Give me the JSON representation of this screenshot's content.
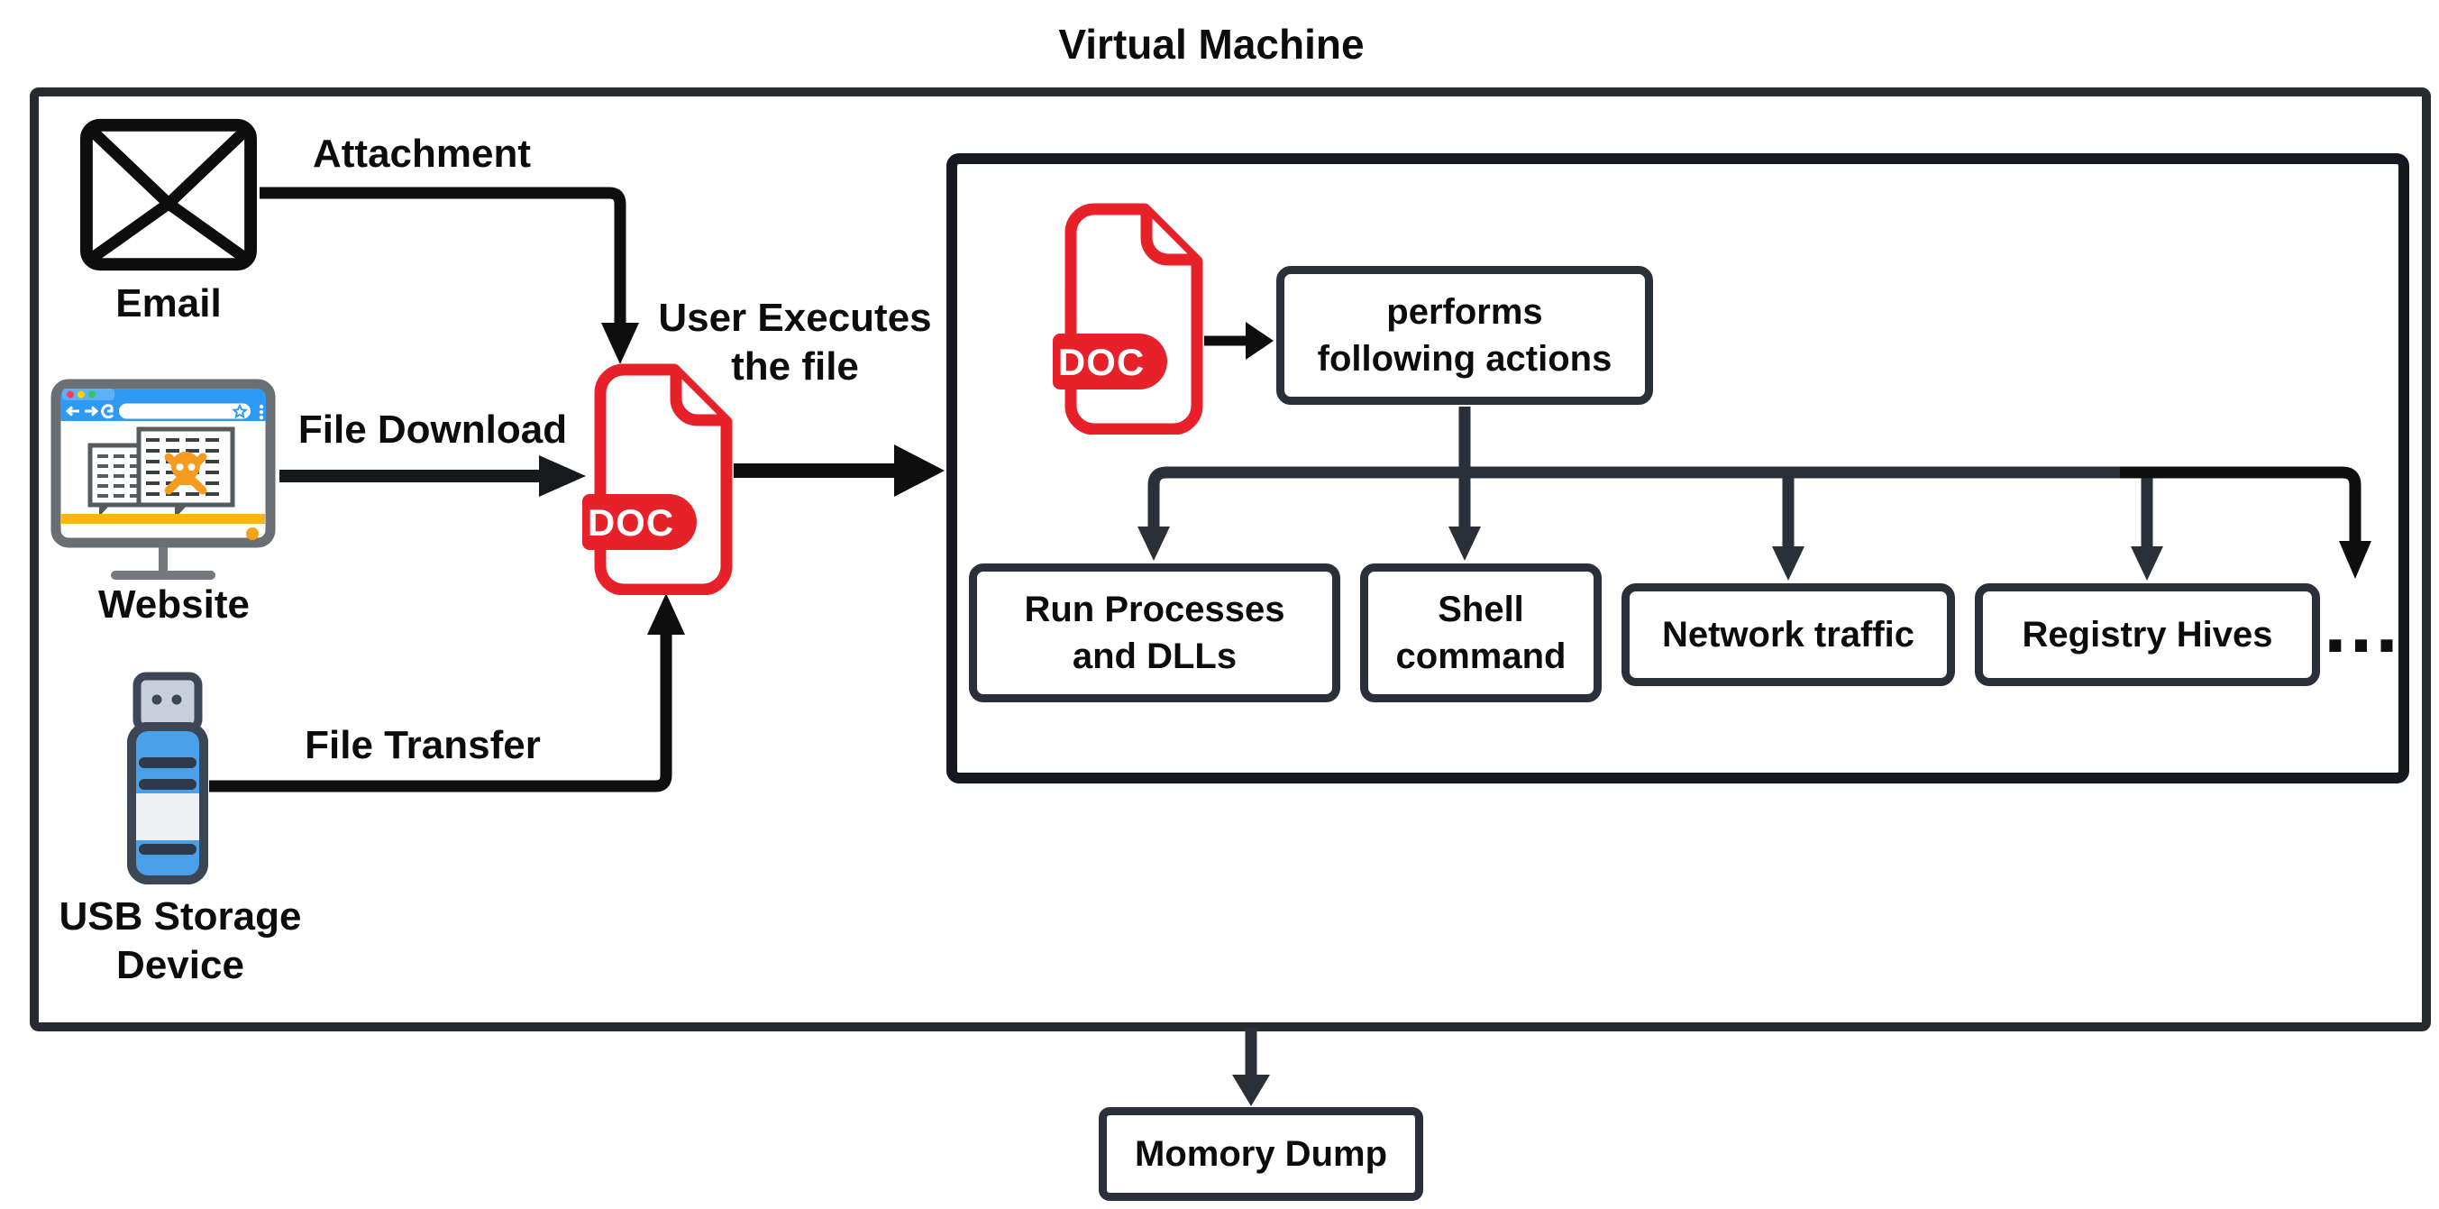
{
  "title": "Virtual Machine",
  "doc_badge": "DOC",
  "sources": [
    {
      "label": "Email",
      "edge_label": "Attachment"
    },
    {
      "label": "Website",
      "edge_label": "File Download"
    },
    {
      "label_lines": [
        "USB Storage",
        "Device"
      ],
      "edge_label": "File Transfer"
    }
  ],
  "center": {
    "execute_lines": [
      "User Executes",
      "the file"
    ]
  },
  "sandbox": {
    "performs_lines": [
      "performs",
      "following actions"
    ],
    "actions": [
      {
        "lines": [
          "Run Processes",
          "and DLLs"
        ]
      },
      {
        "lines": [
          "Shell",
          "command"
        ]
      },
      {
        "lines": [
          "Network traffic"
        ]
      },
      {
        "lines": [
          "Registry Hives"
        ]
      }
    ],
    "ellipsis": "..."
  },
  "output": {
    "label": "Momory Dump"
  },
  "colors": {
    "doc_red": "#e62129",
    "line_black": "#0e0e0e",
    "box_charcoal": "#2a303a",
    "outer_border": "#262b31",
    "inner_border": "#15191f",
    "browser_blue": "#2f9af3",
    "skull_orange": "#f49b20",
    "amber_bar": "#fdb414",
    "usb_blue": "#49a0e9",
    "usb_dark": "#3d4654"
  }
}
